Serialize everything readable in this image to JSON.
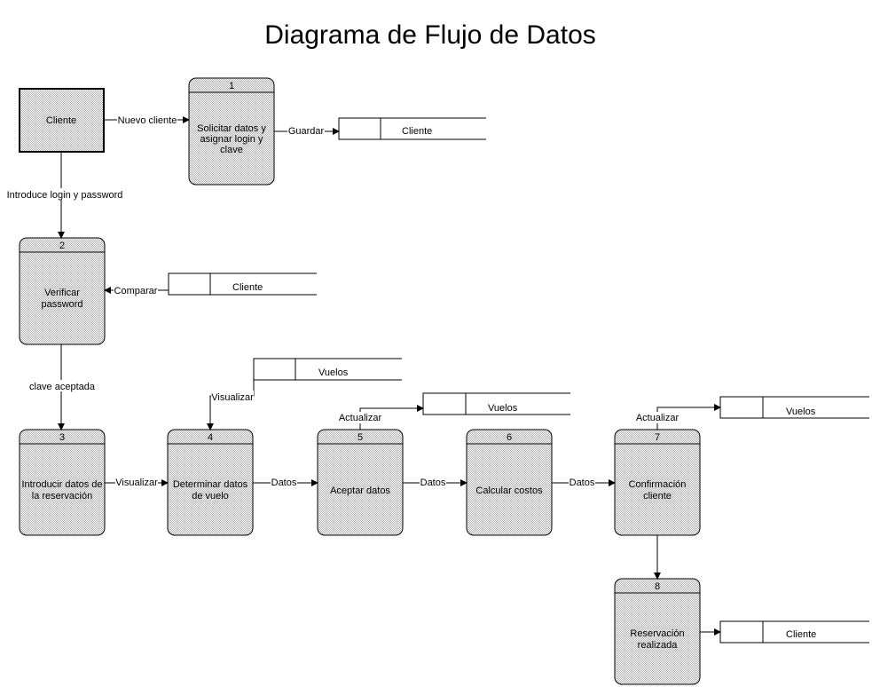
{
  "title": "Diagrama de Flujo de Datos",
  "external_entity": {
    "label": "Cliente"
  },
  "processes": [
    {
      "number": "1",
      "label_lines": [
        "Solicitar datos y",
        "asignar login y",
        "clave"
      ]
    },
    {
      "number": "2",
      "label_lines": [
        "Verificar",
        "password"
      ]
    },
    {
      "number": "3",
      "label_lines": [
        "Introducir datos de",
        "la reservación"
      ]
    },
    {
      "number": "4",
      "label_lines": [
        "Determinar datos",
        "de vuelo"
      ]
    },
    {
      "number": "5",
      "label_lines": [
        "Aceptar datos"
      ]
    },
    {
      "number": "6",
      "label_lines": [
        "Calcular costos"
      ]
    },
    {
      "number": "7",
      "label_lines": [
        "Confirmación",
        "cliente"
      ]
    },
    {
      "number": "8",
      "label_lines": [
        "Reservación",
        "realizada"
      ]
    }
  ],
  "data_stores": [
    {
      "label": "Cliente"
    },
    {
      "label": "Cliente"
    },
    {
      "label": "Vuelos"
    },
    {
      "label": "Vuelos"
    },
    {
      "label": "Vuelos"
    },
    {
      "label": "Cliente"
    }
  ],
  "flows": [
    {
      "label": "Nuevo cliente"
    },
    {
      "label": "Guardar"
    },
    {
      "label": "Introduce login y password"
    },
    {
      "label": "Comparar"
    },
    {
      "label": "clave aceptada"
    },
    {
      "label": "Visualizar"
    },
    {
      "label": "Visualizar"
    },
    {
      "label": "Datos"
    },
    {
      "label": "Datos"
    },
    {
      "label": "Datos"
    },
    {
      "label": "Actualizar"
    },
    {
      "label": "Actualizar"
    }
  ],
  "colors": {
    "stroke": "#000000",
    "fill_pattern": "#b0b0b0",
    "background": "#ffffff"
  }
}
